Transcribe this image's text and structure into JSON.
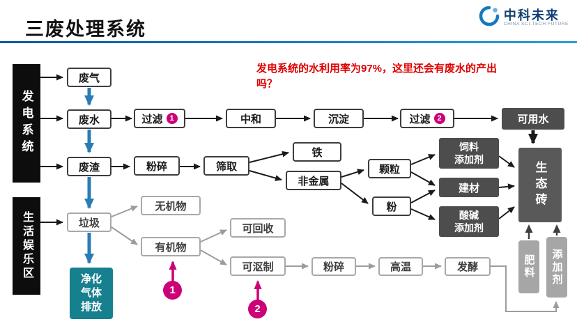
{
  "header": {
    "title": "三废处理系统",
    "logo_name": "中科未来",
    "logo_subtitle": "CHINA SCI-TECH FUTURE"
  },
  "annotation": {
    "text": "发电系统的水利用率为97%，这里还会有废水的产出吗？"
  },
  "sources": {
    "power_system": "发电系统",
    "living_area": "生活娱乐区"
  },
  "nodes": {
    "waste_gas": "废气",
    "waste_water": "废水",
    "waste_residue": "废渣",
    "garbage": "垃圾",
    "filter1": "过滤",
    "neutralize": "中和",
    "sedimentation": "沉淀",
    "filter2": "过滤",
    "usable_water": "可用水",
    "crush1": "粉碎",
    "sieve": "筛取",
    "iron": "铁",
    "nonmetal": "非金属",
    "granule": "颗粒",
    "powder": "粉",
    "feed_additive_l1": "饲料",
    "feed_additive_l2": "添加剂",
    "building_material": "建材",
    "acid_additive_l1": "酸碱",
    "acid_additive_l2": "添加剂",
    "eco_brick": "生态砖",
    "inorganic": "无机物",
    "organic": "有机物",
    "recyclable": "可回收",
    "compostable": "可沤制",
    "crush2": "粉碎",
    "high_temp": "高温",
    "ferment": "发酵",
    "fertilizer": "肥料",
    "additive": "添加剂",
    "purified_l1": "净化",
    "purified_l2": "气体",
    "purified_l3": "排放"
  },
  "badges": {
    "filter1": "1",
    "filter2": "2",
    "marker1": "1",
    "marker2": "2"
  },
  "colors": {
    "accent_blue": "#2b7cb3",
    "teal": "#17808f",
    "dark_gray": "#4d4d4d",
    "light_gray": "#a6a6a6",
    "magenta": "#cc0077",
    "annotation_red": "#e00000"
  }
}
